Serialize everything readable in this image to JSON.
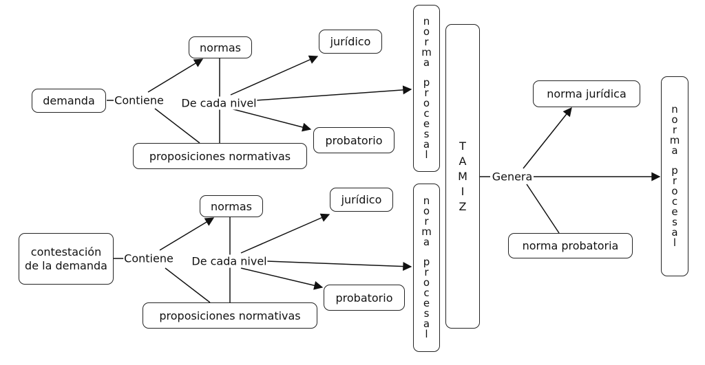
{
  "diagram": {
    "top": {
      "demanda": "demanda",
      "contiene": "Contiene",
      "normas": "normas",
      "de_cada_nivel": "De cada nivel",
      "juridico": "jurídico",
      "probatorio": "probatorio",
      "proposiciones": "proposiciones normativas",
      "norma_procesal": "norma procesal"
    },
    "bottom": {
      "contestacion": "contestación de la demanda",
      "contiene": "Contiene",
      "normas": "normas",
      "de_cada_nivel": "De cada nivel",
      "juridico": "jurídico",
      "probatorio": "probatorio",
      "proposiciones": "proposiciones normativas",
      "norma_procesal": "norma procesal"
    },
    "tamiz": "TAMIZ",
    "genera": "Genera",
    "norma_juridica": "norma jurídica",
    "norma_probatoria": "norma probatoria",
    "norma_procesal_final": "norma procesal",
    "colors": {
      "line": "#111111",
      "border": "#222222",
      "background": "#ffffff"
    }
  }
}
